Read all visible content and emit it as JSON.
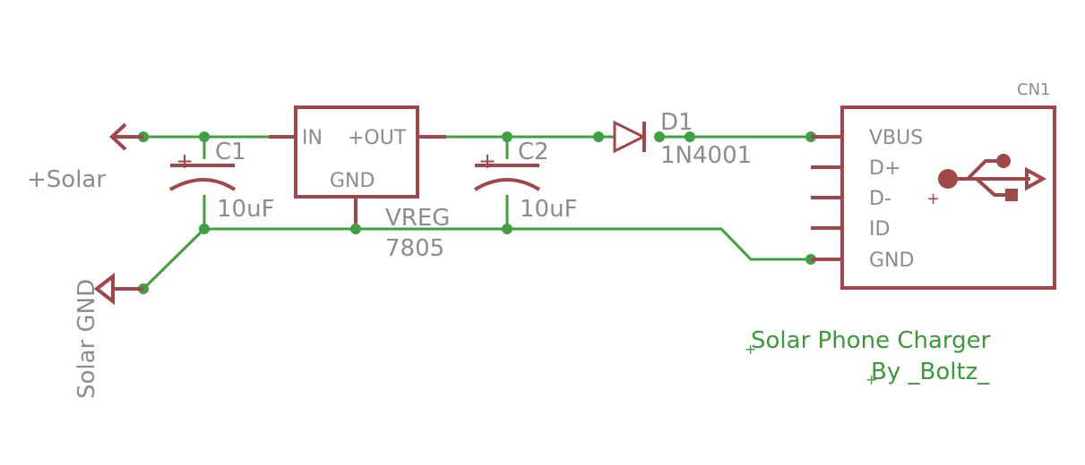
{
  "net_labels": {
    "solar_pos": "+Solar",
    "solar_gnd": "Solar GND"
  },
  "c1": {
    "name": "C1",
    "value": "10uF",
    "polarity": "+"
  },
  "c2": {
    "name": "C2",
    "value": "10uF",
    "polarity": "+"
  },
  "vreg": {
    "name": "VREG",
    "value": "7805",
    "pin_in": "IN",
    "pin_out": "+OUT",
    "pin_gnd": "GND"
  },
  "d1": {
    "name": "D1",
    "value": "1N4001"
  },
  "cn1": {
    "name": "CN1",
    "pins": [
      "VBUS",
      "D+",
      "D-",
      "ID",
      "GND"
    ],
    "cross": "+"
  },
  "title": {
    "line1": "Solar Phone Charger",
    "line2": "By _Boltz_"
  },
  "colors": {
    "wire": "#3fa03f",
    "part": "#a0474a",
    "label": "#8c8c8c",
    "title": "#3a9a3a"
  },
  "icons": [
    "usb-icon"
  ]
}
